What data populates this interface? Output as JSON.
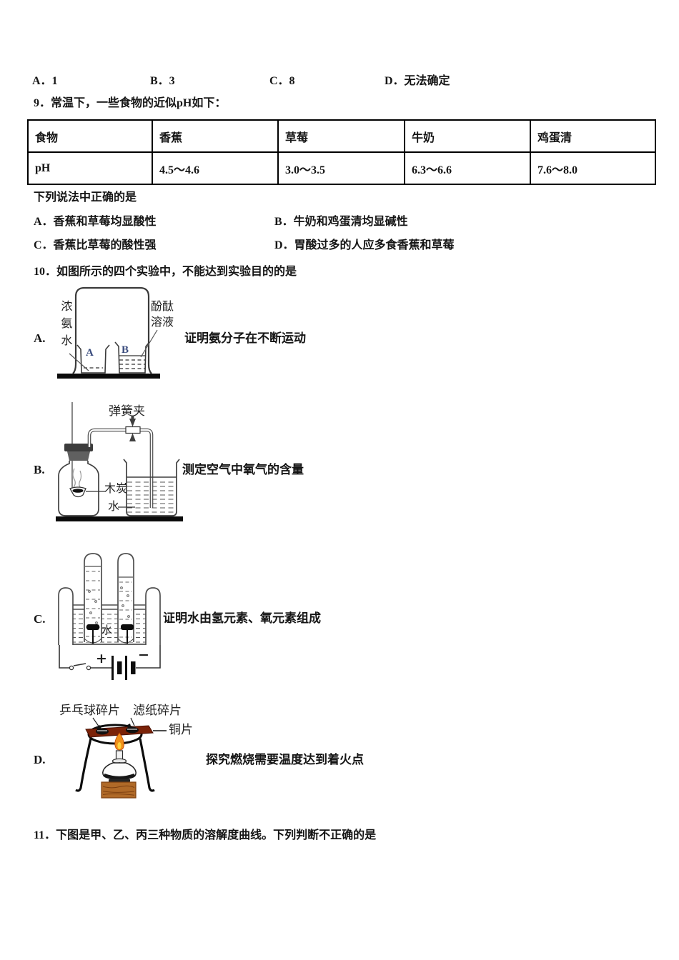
{
  "colors": {
    "copper": "#7b2208",
    "flame": "#ef8f1a",
    "flame_core": "#ffd23e",
    "wood": "#b06a28"
  },
  "q8": {
    "options": [
      "A．1",
      "B．3",
      "C．8",
      "D．无法确定"
    ]
  },
  "q9": {
    "stem": "9．常温下，一些食物的近似pH如下：",
    "table": {
      "headers": [
        "食物",
        "香蕉",
        "草莓",
        "牛奶",
        "鸡蛋清"
      ],
      "row": [
        "pH",
        "4.5～4.6",
        "3.0～3.5",
        "6.3～6.6",
        "7.6～8.0"
      ]
    },
    "lead": "下列说法中正确的是",
    "options": [
      "A．香蕉和草莓均显酸性",
      "B．牛奶和鸡蛋清均显碱性",
      "C．香蕉比草莓的酸性强",
      "D．胃酸过多的人应多食香蕉和草莓"
    ]
  },
  "q10": {
    "stem": "10．如图所示的四个实验中，不能达到实验目的的是",
    "a": {
      "letter": "A.",
      "caption": "证明氨分子在不断运动",
      "label_left": "浓氨水",
      "label_right": "酚酞溶液",
      "beaker_a": "A",
      "beaker_b": "B"
    },
    "b": {
      "letter": "B.",
      "caption": "测定空气中氧气的含量",
      "clamp": "弹簧夹",
      "charcoal": "木炭",
      "water": "水"
    },
    "c": {
      "letter": "C.",
      "caption": "证明水由氢元素、氧元素组成",
      "water": "水",
      "plus": "+",
      "minus": "−"
    },
    "d": {
      "letter": "D.",
      "caption": "探究燃烧需要温度达到着火点",
      "pingpong": "乒乓球碎片",
      "filter": "滤纸碎片",
      "copper": "铜片"
    }
  },
  "q11": {
    "stem": "11．下图是甲、乙、丙三种物质的溶解度曲线。下列判断不正确的是"
  }
}
